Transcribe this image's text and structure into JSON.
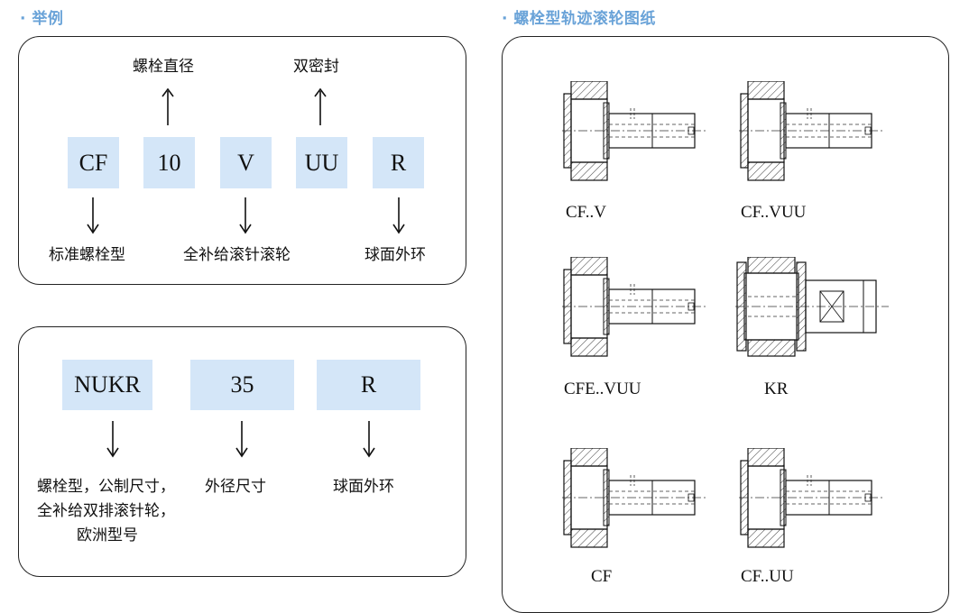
{
  "left_title": "· 举例",
  "right_title": "· 螺栓型轨迹滚轮图纸",
  "example1": {
    "codes": [
      "CF",
      "10",
      "V",
      "UU",
      "R"
    ],
    "top_labels": {
      "size": "螺栓直径",
      "seal": "双密封"
    },
    "bottom_labels": {
      "type": "标准螺栓型",
      "roller": "全补给滚针滚轮",
      "outer": "球面外环"
    }
  },
  "example2": {
    "codes": [
      "NUKR",
      "35",
      "R"
    ],
    "bottom_labels": {
      "type_lines": [
        "螺栓型，公制尺寸，",
        "全补给双排滚针轮，",
        "欧洲型号"
      ],
      "size": "外径尺寸",
      "outer": "球面外环"
    }
  },
  "drawings": [
    "CF..V",
    "CF..VUU",
    "CFE..VUU",
    "KR",
    "CF",
    "CF..UU"
  ],
  "colors": {
    "title": "#6aa3d8",
    "box": "#d4e6f8"
  }
}
